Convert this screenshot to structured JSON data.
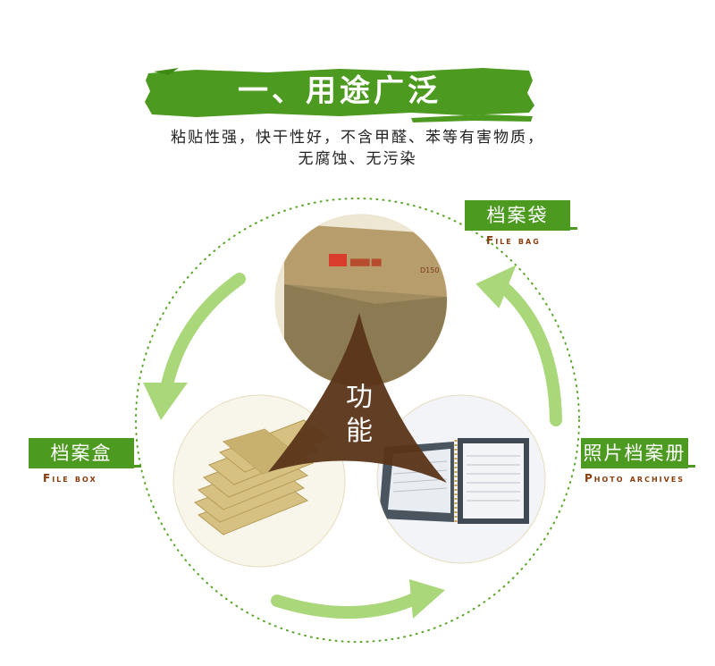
{
  "header": {
    "title": "一、用途广泛",
    "desc_line1": "粘贴性强，快干性好，不含甲醛、苯等有害物质，",
    "desc_line2": "无腐蚀、无污染"
  },
  "center": {
    "label_line1": "功",
    "label_line2": "能"
  },
  "items": [
    {
      "cn": "档案袋",
      "en": "File bag"
    },
    {
      "cn": "档案盒",
      "en": "File box"
    },
    {
      "cn": "照片档案册",
      "en": "Photo archives"
    }
  ],
  "colors": {
    "green": "#4c9a1f",
    "arrow_green": "#a9d77a",
    "brown_text": "#8a3c0c",
    "center_triangle": "#5a3418"
  },
  "photo_text": {
    "label_code": "D150"
  }
}
